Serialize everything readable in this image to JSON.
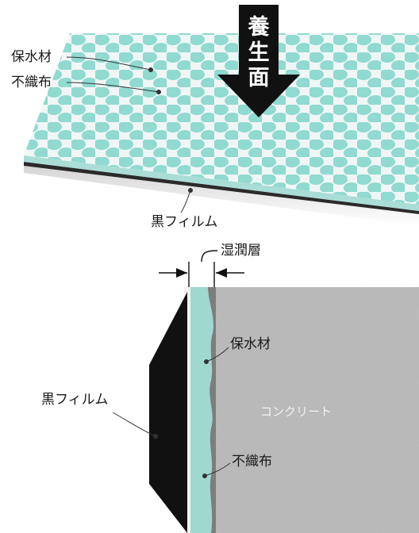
{
  "top_panel": {
    "arrow_label": [
      "養",
      "生",
      "面"
    ],
    "label_water_retention": "保水材",
    "label_nonwoven": "不織布",
    "label_black_film": "黒フィルム"
  },
  "cross_section": {
    "label_wet_layer": "湿潤層",
    "label_water_retention": "保水材",
    "label_black_film": "黒フィルム",
    "label_concrete": "コンクリート",
    "label_nonwoven": "不織布"
  },
  "colors": {
    "aqua_dot": "#6fcfc3",
    "film": "#111111",
    "concrete": "#b9b9b9",
    "arrow": "#111111"
  }
}
